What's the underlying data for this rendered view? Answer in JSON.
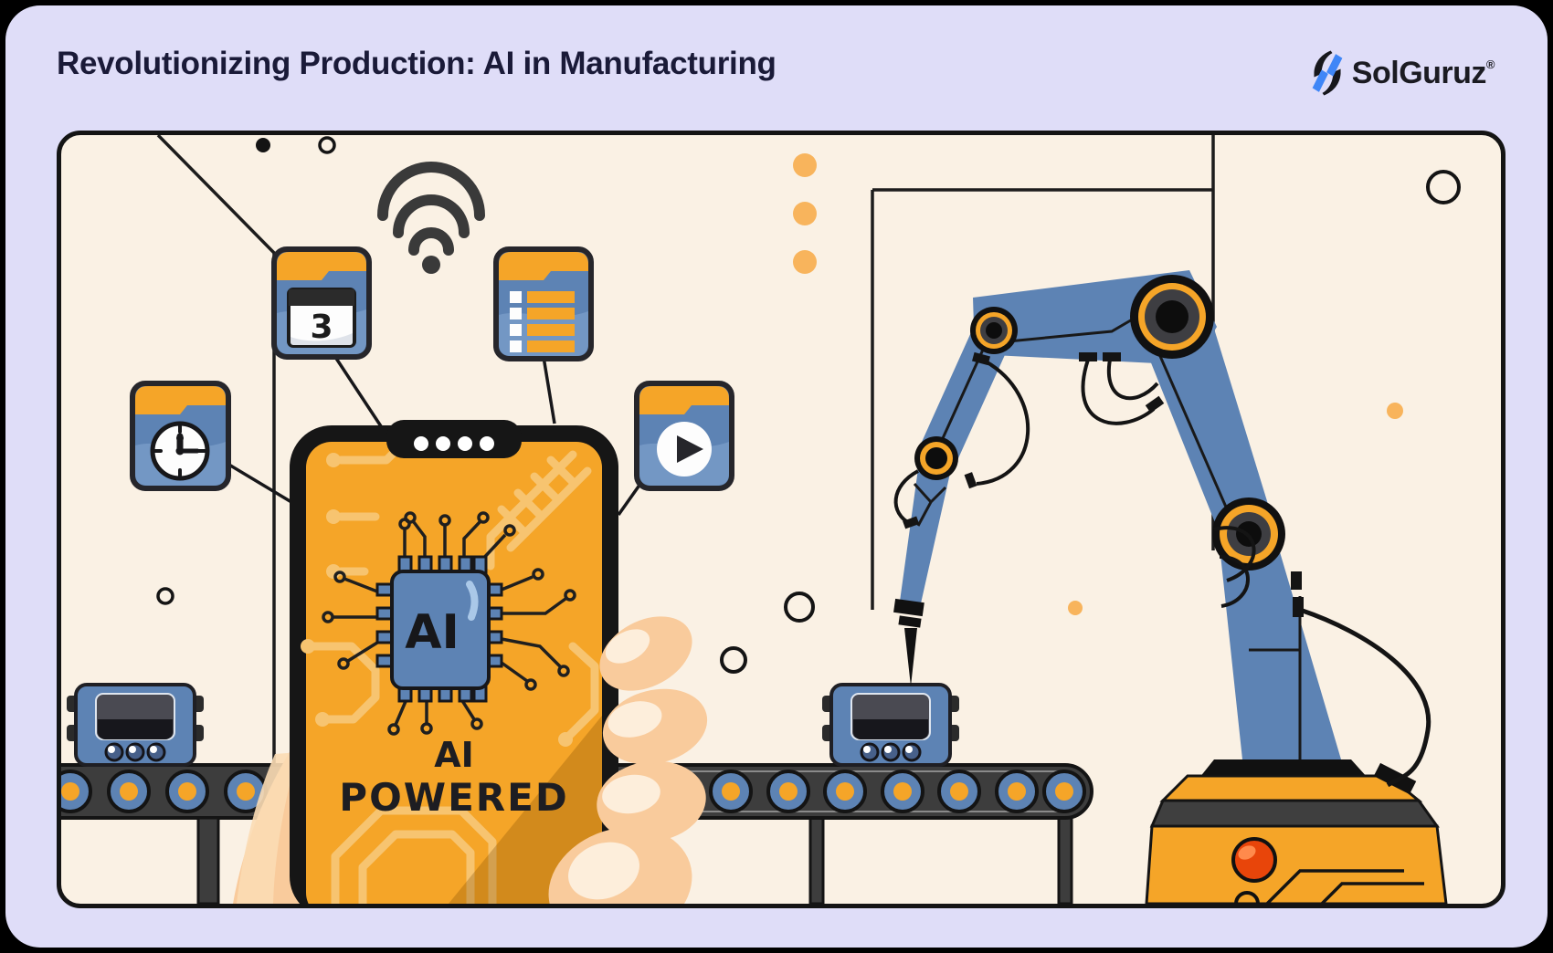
{
  "page": {
    "title": "Revolutionizing Production: AI in Manufacturing"
  },
  "brand": {
    "name": "SolGuruz",
    "registered": "®"
  },
  "palette": {
    "outer_background": "#000000",
    "page_background": "#dfddf8",
    "panel_background": "#faf1e4",
    "panel_border": "#141414",
    "title_navy": "#1a1a38",
    "orange": "#f5a528",
    "circuit_light_orange": "#f7c470",
    "dot_orange": "#f8b45c",
    "card_blue": "#5d83b4",
    "dark_gray": "#3d3d3d",
    "outline_dark": "#1f1f24",
    "skin": "#f9cb9c",
    "skin_highlight": "#fdeedb",
    "robot_button_red": "#e8450a",
    "logo_blue": "#3f86f7"
  },
  "illustration": {
    "calendar": {
      "day": "3"
    },
    "phone": {
      "chip_label": "AI",
      "caption_line1": "AI",
      "caption_line2": "POWERED"
    },
    "icons": [
      "wifi-icon",
      "calendar-icon",
      "checklist-icon",
      "clock-icon",
      "play-icon"
    ]
  }
}
